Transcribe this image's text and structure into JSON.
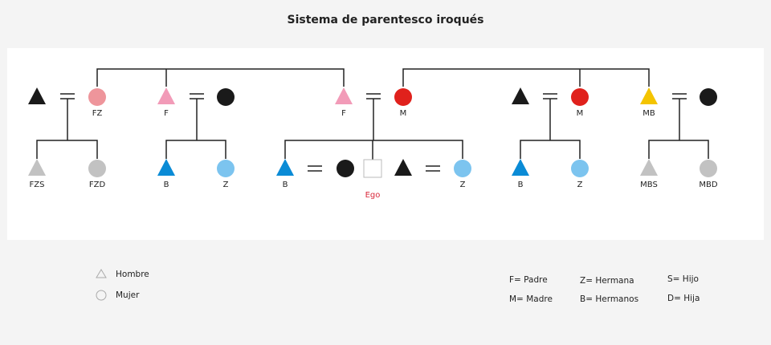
{
  "title": "Sistema de parentesco iroqués",
  "colors": {
    "black": "#1a1a1a",
    "pink": "#f29bb8",
    "salmon": "#ee959b",
    "red": "#e0211c",
    "yellow": "#f4c400",
    "blue": "#0a8bd6",
    "lightblue": "#7cc4ef",
    "gray": "#c2c2c2",
    "ego_label": "#d8283a"
  },
  "nodes": [
    {
      "shape": "triangle",
      "color": "black",
      "label": ""
    },
    {
      "shape": "circle",
      "color": "salmon",
      "label": "FZ"
    },
    {
      "shape": "triangle",
      "color": "pink",
      "label": "F"
    },
    {
      "shape": "circle",
      "color": "black",
      "label": ""
    },
    {
      "shape": "triangle",
      "color": "pink",
      "label": "F"
    },
    {
      "shape": "circle",
      "color": "red",
      "label": "M"
    },
    {
      "shape": "triangle",
      "color": "black",
      "label": ""
    },
    {
      "shape": "circle",
      "color": "red",
      "label": "M"
    },
    {
      "shape": "triangle",
      "color": "yellow",
      "label": "MB"
    },
    {
      "shape": "circle",
      "color": "black",
      "label": ""
    },
    {
      "shape": "triangle",
      "color": "gray",
      "label": "FZS"
    },
    {
      "shape": "circle",
      "color": "gray",
      "label": "FZD"
    },
    {
      "shape": "triangle",
      "color": "blue",
      "label": "B"
    },
    {
      "shape": "circle",
      "color": "lightblue",
      "label": "Z"
    },
    {
      "shape": "triangle",
      "color": "blue",
      "label": "B"
    },
    {
      "shape": "circle",
      "color": "black",
      "label": ""
    },
    {
      "shape": "square",
      "color": "white",
      "label": "Ego"
    },
    {
      "shape": "triangle",
      "color": "black",
      "label": ""
    },
    {
      "shape": "circle",
      "color": "lightblue",
      "label": "Z"
    },
    {
      "shape": "triangle",
      "color": "blue",
      "label": "B"
    },
    {
      "shape": "circle",
      "color": "lightblue",
      "label": "Z"
    },
    {
      "shape": "triangle",
      "color": "gray",
      "label": "MBS"
    },
    {
      "shape": "circle",
      "color": "gray",
      "label": "MBD"
    }
  ],
  "legend": {
    "symbols": [
      {
        "icon": "triangle",
        "label": "Hombre"
      },
      {
        "icon": "circle",
        "label": "Mujer"
      }
    ],
    "abbreviations": [
      "F= Padre",
      "M= Madre",
      "Z= Hermana",
      "B= Hermanos",
      "S= Hijo",
      "D= Hija"
    ]
  }
}
